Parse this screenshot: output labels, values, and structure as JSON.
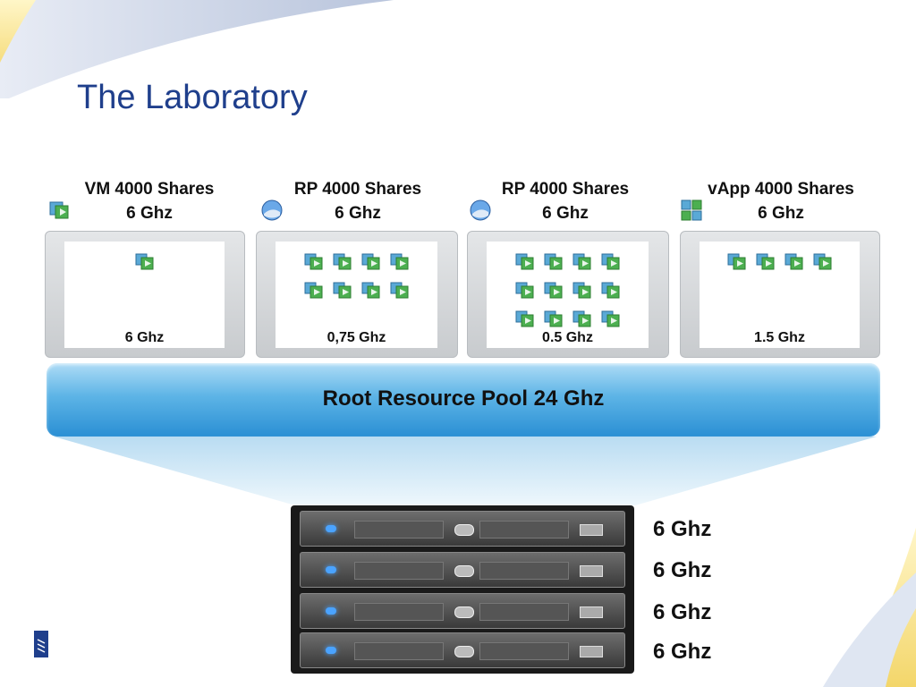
{
  "title": "The Laboratory",
  "columns": [
    {
      "kind": "VM",
      "header_line1": "VM 4000 Shares",
      "header_line2": "6 Ghz",
      "icon": "vm-icon",
      "vm_count": 1,
      "per_row": 4,
      "box_label": "6 Ghz"
    },
    {
      "kind": "RP",
      "header_line1": "RP 4000 Shares",
      "header_line2": "6 Ghz",
      "icon": "resource-pool-icon",
      "vm_count": 8,
      "per_row": 4,
      "box_label": "0,75 Ghz"
    },
    {
      "kind": "RP",
      "header_line1": "RP 4000 Shares",
      "header_line2": "6 Ghz",
      "icon": "resource-pool-icon",
      "vm_count": 12,
      "per_row": 4,
      "box_label": "0.5 Ghz"
    },
    {
      "kind": "vApp",
      "header_line1": "vApp 4000 Shares",
      "header_line2": "6 Ghz",
      "icon": "vapp-icon",
      "vm_count": 4,
      "per_row": 4,
      "box_label": "1.5 Ghz"
    }
  ],
  "root_pool": {
    "label": "Root Resource Pool 24 Ghz"
  },
  "servers": [
    {
      "label": "6 Ghz"
    },
    {
      "label": "6 Ghz"
    },
    {
      "label": "6 Ghz"
    },
    {
      "label": "6 Ghz"
    }
  ],
  "colors": {
    "title": "#1f3f8c",
    "pool": "#3a9ad9",
    "vm_green": "#4caf50",
    "vm_blue": "#5aa9d6"
  }
}
